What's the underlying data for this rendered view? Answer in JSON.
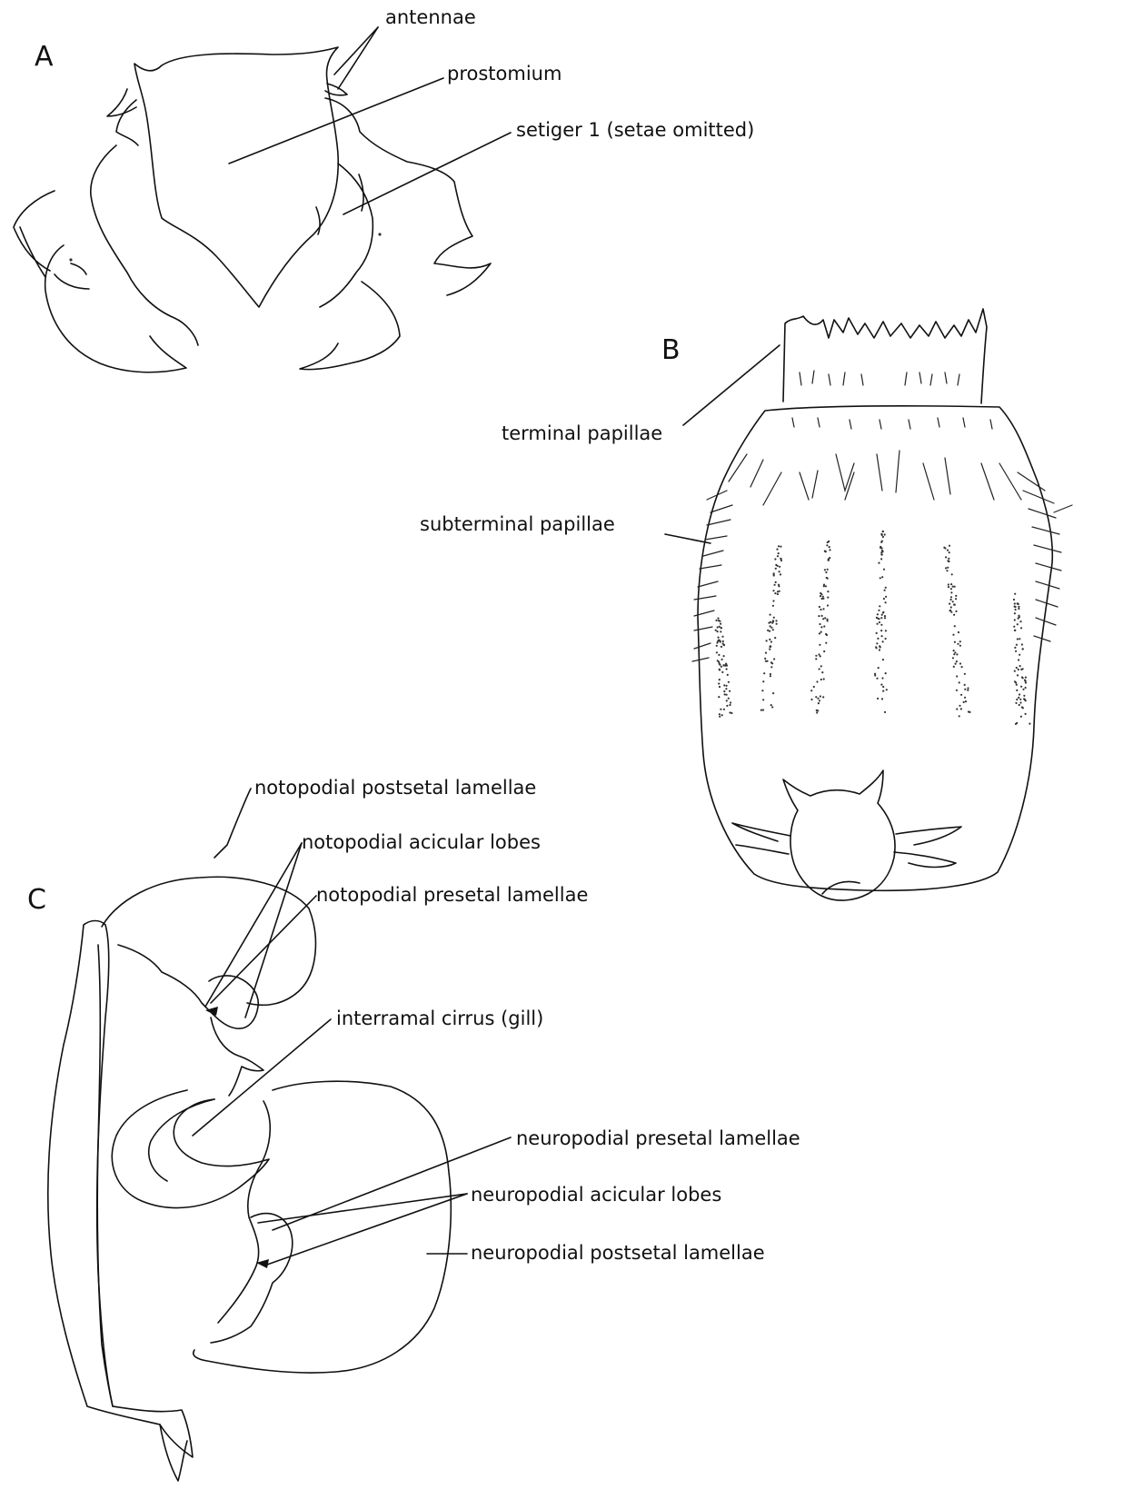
{
  "panels": {
    "a": {
      "letter": "A"
    },
    "b": {
      "letter": "B"
    },
    "c": {
      "letter": "C"
    }
  },
  "labels": {
    "antennae": "antennae",
    "prostomium": "prostomium",
    "setiger": "setiger 1 (setae omitted)",
    "terminal_papillae": "terminal papillae",
    "subterminal_papillae": "subterminal papillae",
    "noto_postsetal": "notopodial postsetal lamellae",
    "noto_acicular": "notopodial acicular lobes",
    "noto_presetal": "notopodial presetal lamellae",
    "interramal": "interramal cirrus (gill)",
    "neuro_presetal": "neuropodial presetal lamellae",
    "neuro_acicular": "neuropodial acicular lobes",
    "neuro_postsetal": "neuropodial postsetal lamellae"
  },
  "colors": {
    "ink": "#111111",
    "paper": "#ffffff"
  }
}
